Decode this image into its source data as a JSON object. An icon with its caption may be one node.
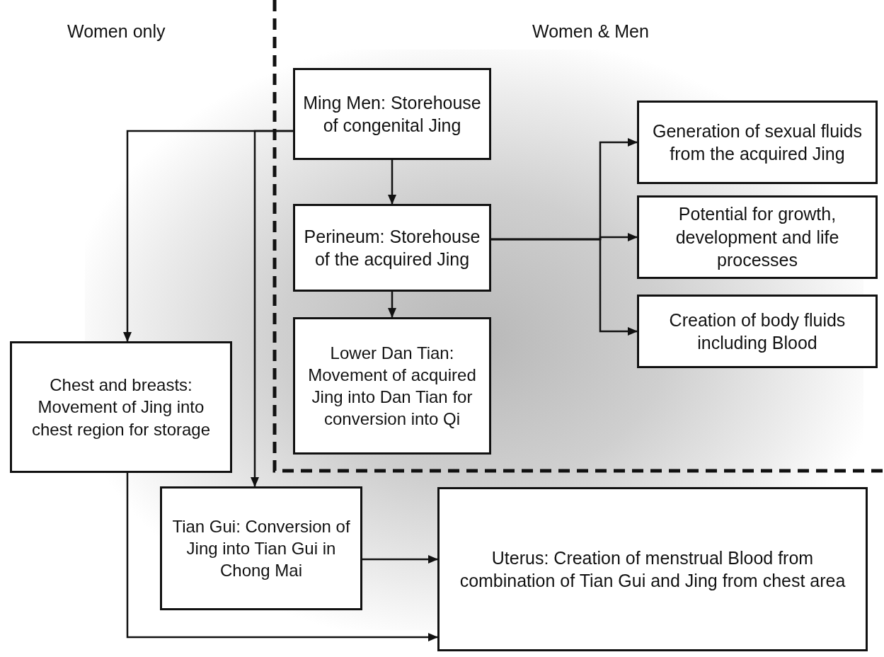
{
  "diagram": {
    "nodes": [
      {
        "text": [
          "Ming Men: Storehouse of congenital Jing"
        ]
      },
      {
        "text": [
          "Perineum: Storehouse of the acquired Jing"
        ]
      },
      {
        "text": [
          "Lower Dan Tian: Movement of acquired Jing into Dan Tian for conversion into Qi"
        ]
      },
      {
        "text": [
          "Generation of sexual fluids from the acquired Jing"
        ]
      },
      {
        "text": [
          "Potential for growth, development and life processes"
        ]
      },
      {
        "text": [
          "Creation of body fluids including Blood"
        ]
      },
      {
        "text": [
          "Chest and breasts: Movement of Jing into chest region for storage"
        ]
      },
      {
        "text": [
          "Tian Gui: Conversion of Jing into Tian Gui in Chong Mai"
        ]
      },
      {
        "text": [
          "Uterus: Creation of menstrual Blood from combination of Tian Gui and Jing from chest area"
        ]
      }
    ],
    "edges": [
      {
        "from": 0,
        "to": 1,
        "arrow": "to"
      },
      {
        "from": 1,
        "to": 2,
        "arrow": "to"
      },
      {
        "from": 1,
        "to": 3,
        "arrow": "to"
      },
      {
        "from": 1,
        "to": 4,
        "arrow": "to"
      },
      {
        "from": 1,
        "to": 5,
        "arrow": "to"
      },
      {
        "from": 0,
        "to": 6,
        "arrow": "to"
      },
      {
        "from": 0,
        "to": 7,
        "arrow": "to"
      },
      {
        "from": 7,
        "to": 8,
        "arrow": "to"
      },
      {
        "from": 6,
        "to": 8,
        "arrow": "to"
      }
    ],
    "labels": [
      "Women only",
      "Women & Men"
    ]
  }
}
